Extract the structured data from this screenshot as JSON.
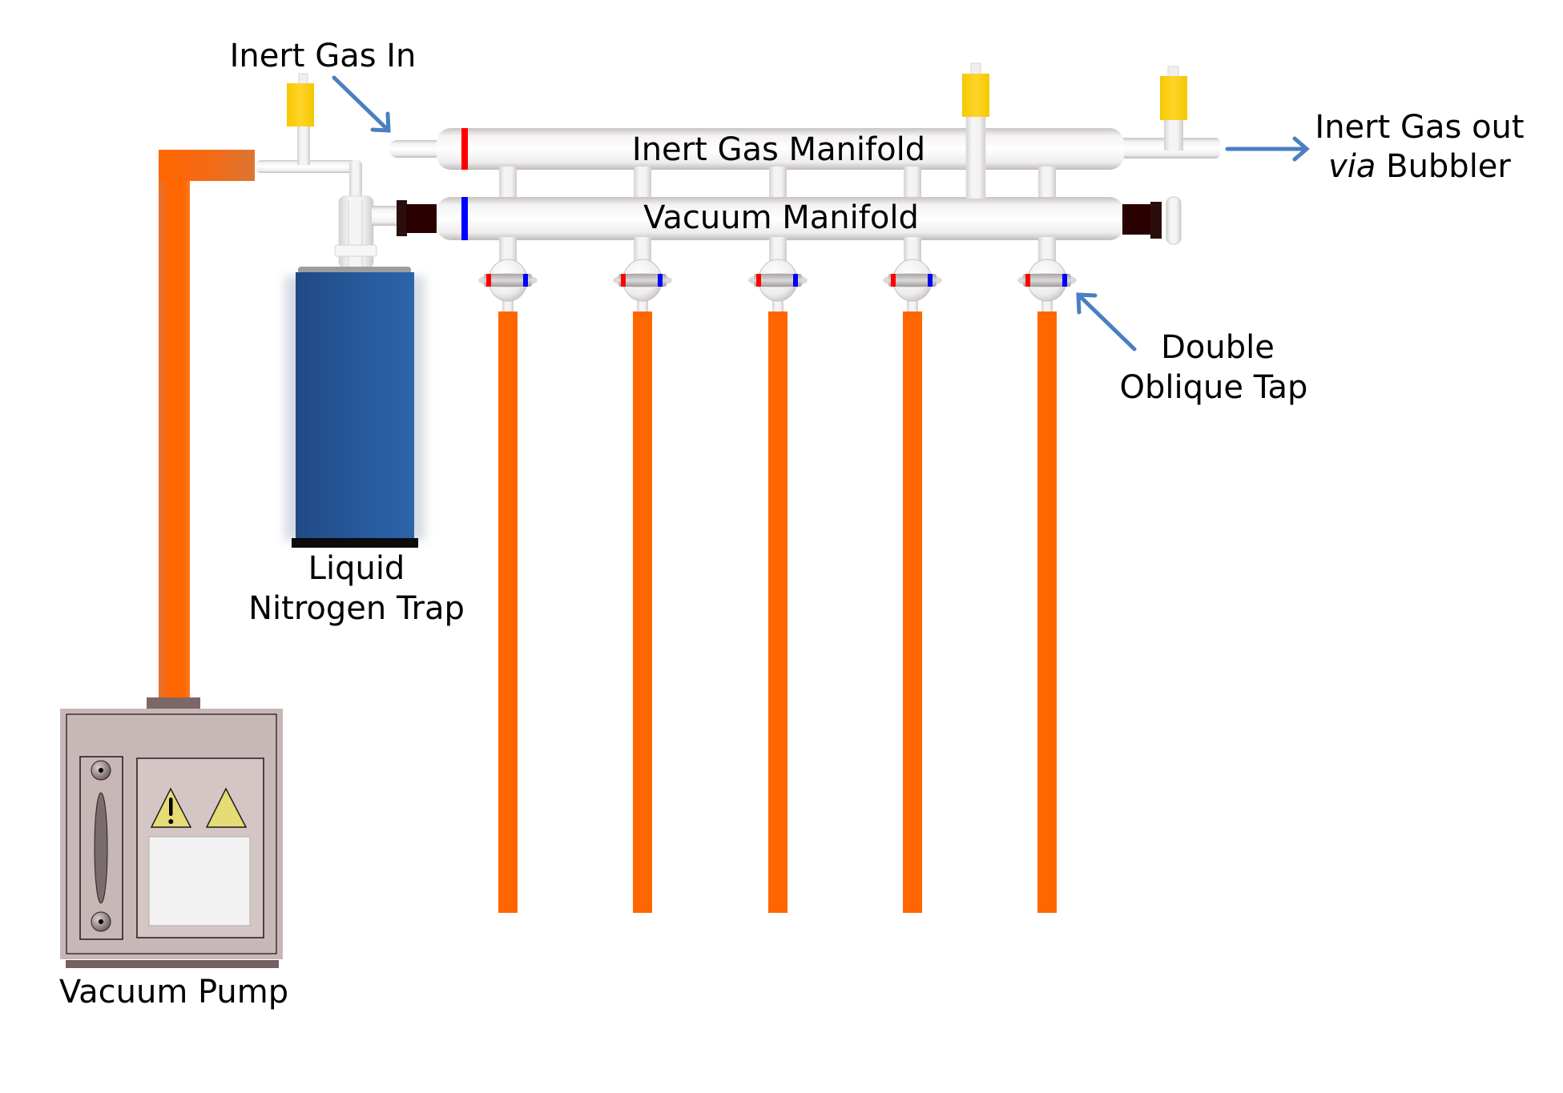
{
  "diagram": {
    "title": "Schlenk line schematic",
    "labels": {
      "inert_gas_in": "Inert Gas In",
      "inert_gas_manifold": "Inert Gas Manifold",
      "vacuum_manifold": "Vacuum Manifold",
      "inert_gas_out_line1": "Inert Gas out",
      "inert_gas_out_italic": "via",
      "inert_gas_out_line2_rest": " Bubbler",
      "double_oblique_tap_line1": "Double",
      "double_oblique_tap_line2": "Oblique Tap",
      "liquid_nitrogen_trap_line1": "Liquid",
      "liquid_nitrogen_trap_line2": "Nitrogen Trap",
      "vacuum_pump": "Vacuum Pump"
    },
    "components": {
      "taps_count": 5,
      "hose_ports_count": 5,
      "gas_inlet_caps": 3
    },
    "colors": {
      "hose_orange": "#ff6600",
      "inert_gas_marker": "#ff0000",
      "vacuum_marker": "#0000ff",
      "arrow_blue": "#4a7fc1",
      "dewar_blue": "#2a5c9e",
      "cap_yellow": "#ffd42a",
      "joint_dark": "#2b0000",
      "pump_body": "#c8b7b7",
      "warning_yellow": "#e6dc75"
    }
  }
}
